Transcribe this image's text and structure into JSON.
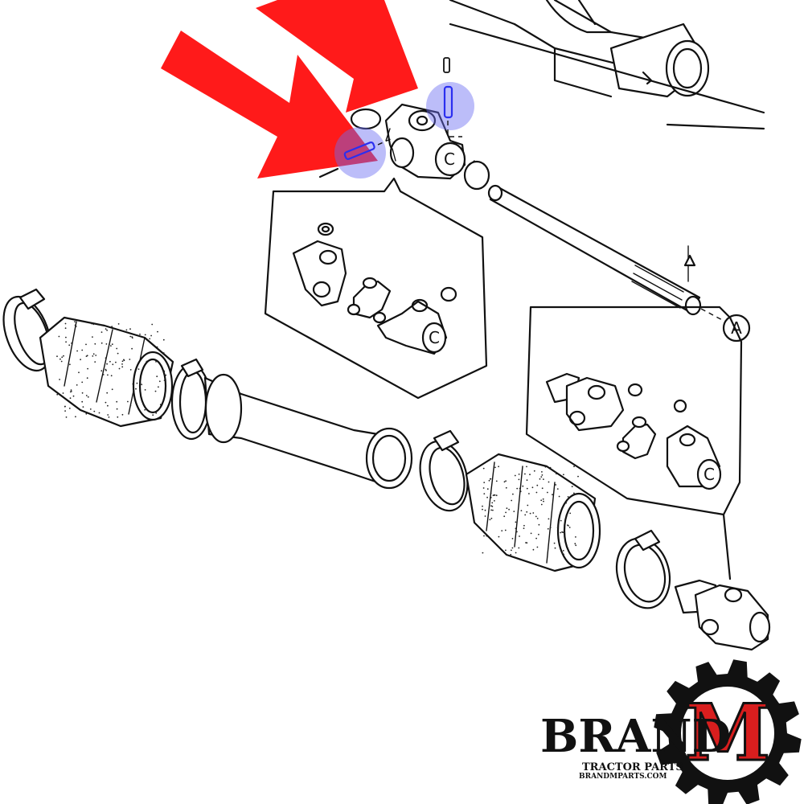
{
  "diagram": {
    "callout_label": "A",
    "highlight_color": "#6a6cf2",
    "arrow_color": "#ff1a1a"
  },
  "logo": {
    "word": "BRAND",
    "letter": "M",
    "tagline": "TRACTOR PARTS",
    "url": "BRANDMPARTS.COM",
    "accent_color": "#d81e1e"
  }
}
